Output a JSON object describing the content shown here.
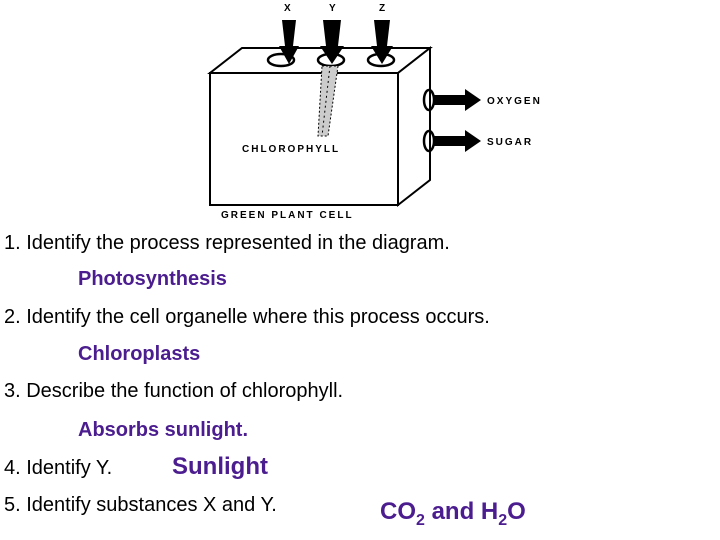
{
  "diagram": {
    "input_labels": [
      "X",
      "Y",
      "Z"
    ],
    "inside_label": "CHLOROPHYLL",
    "box_label": "GREEN PLANT CELL",
    "output_labels": [
      "OXYGEN",
      "SUGAR"
    ]
  },
  "questions": [
    {
      "text": "1.  Identify the process represented in the diagram.",
      "answer": "Photosynthesis"
    },
    {
      "text": "2. Identify the cell organelle where this process occurs.",
      "answer": "Chloroplasts"
    },
    {
      "text": "3. Describe the function of chlorophyll.",
      "answer": "Absorbs sunlight."
    },
    {
      "text": "4. Identify Y.",
      "answer": "Sunlight"
    },
    {
      "text": "5. Identify substances X and Y.",
      "answer": {
        "a": "CO",
        "a_sub": "2",
        "joiner": " and H",
        "b_sub": "2",
        "b_end": "O"
      }
    }
  ]
}
